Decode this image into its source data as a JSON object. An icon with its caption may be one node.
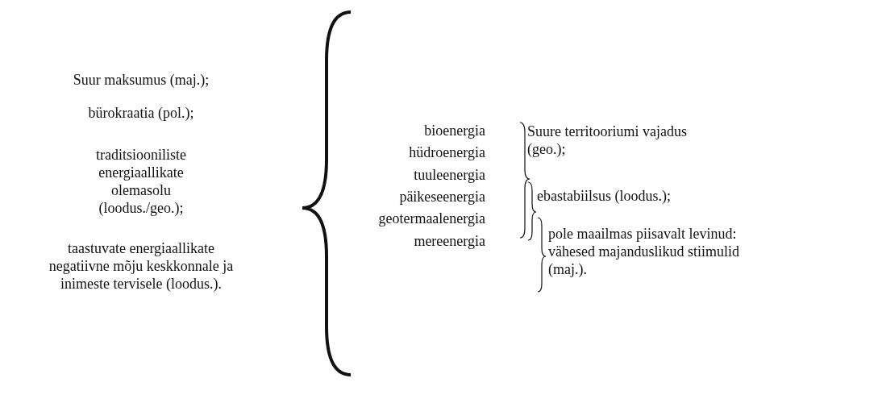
{
  "diagram": {
    "labels": [
      "Suur maksumus (maj.);",
      "bürokraatia (pol.);",
      "traditsiooniliste energiaallikate olemasolu (loodus./geo.);",
      "taastuvate energiaallikate negatiivne mõju keskkonnale ja inimeste tervisele (loodus.).",
      "bioenergia",
      "hüdroenergia",
      "tuuleenergia",
      "päikeseenergia",
      "geotermaalenergia",
      "mereenergia",
      "Suure territooriumi vajadus (geo.);",
      "ebastabiilsus (loodus.);",
      "pole maailmas piisavalt levinud: vähesed majanduslikud stiimulid (maj.)."
    ]
  }
}
